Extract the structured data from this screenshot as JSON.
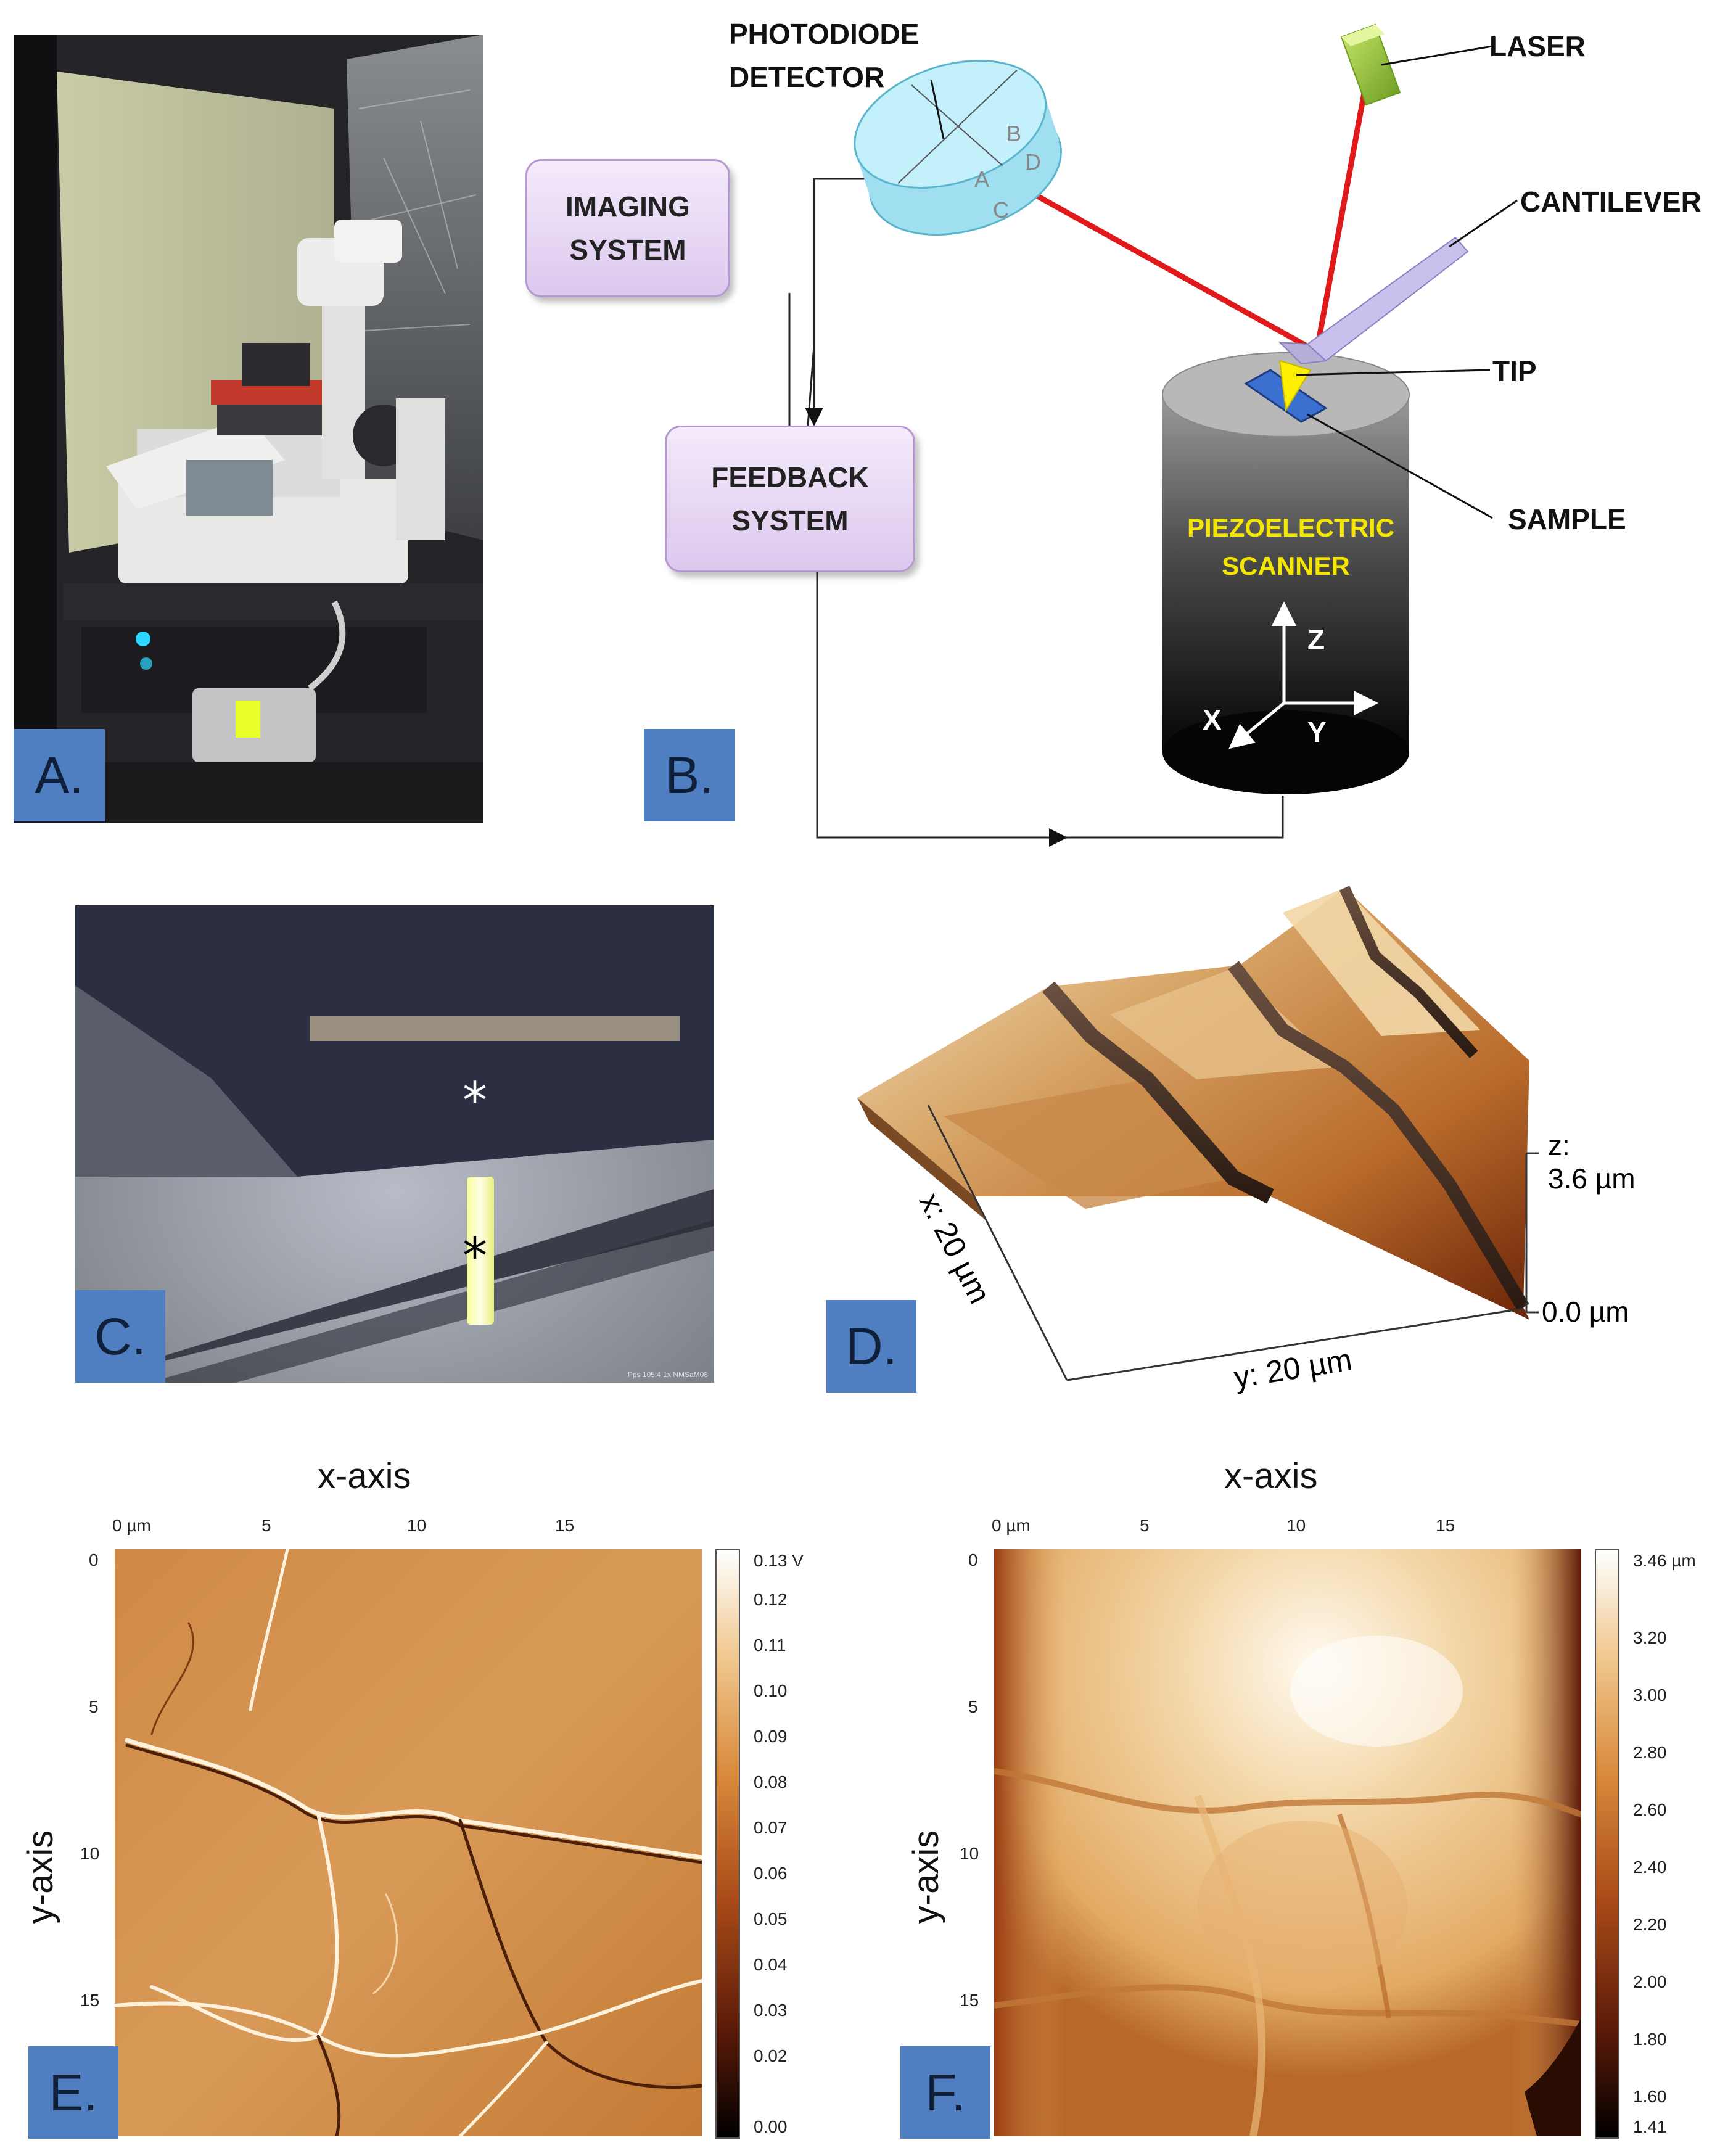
{
  "panels": {
    "A": {
      "label": "A."
    },
    "B": {
      "label": "B.",
      "imaging_system": "IMAGING\nSYSTEM",
      "feedback_system": "FEEDBACK\nSYSTEM",
      "photodiode": "PHOTODIODE\nDETECTOR",
      "laser": "LASER",
      "cantilever": "CANTILEVER",
      "tip": "TIP",
      "sample": "SAMPLE",
      "scanner": "PIEZOELECTRIC\nSCANNER",
      "quadrants": [
        "A",
        "B",
        "C",
        "D"
      ],
      "axes": {
        "z": "Z",
        "x": "X",
        "y": "Y"
      }
    },
    "C": {
      "label": "C.",
      "marker_top": "*",
      "marker_bottom": "*",
      "caption": "Pps 105.4 1x NMSaM08"
    },
    "D": {
      "label": "D.",
      "x_axis": "x: 20 µm",
      "y_axis": "y: 20 µm",
      "z_axis": "z:\n3.6 µm",
      "z_min": "0.0 µm"
    },
    "E": {
      "label": "E.",
      "x_title": "x-axis",
      "y_title": "y-axis",
      "x_ticks": [
        "0 µm",
        "5",
        "10",
        "15"
      ],
      "y_ticks": [
        "0",
        "5",
        "10",
        "15"
      ],
      "colorbar_ticks": [
        "0.13 V",
        "0.12",
        "0.11",
        "0.10",
        "0.09",
        "0.08",
        "0.07",
        "0.06",
        "0.05",
        "0.04",
        "0.03",
        "0.02",
        "0.00"
      ],
      "colorbar_range": [
        0.0,
        0.13
      ],
      "colormap": [
        "#000000",
        "#5a1a08",
        "#a84a18",
        "#d98a3c",
        "#f0c890",
        "#ffffff"
      ]
    },
    "F": {
      "label": "F.",
      "x_title": "x-axis",
      "y_title": "y-axis",
      "x_ticks": [
        "0 µm",
        "5",
        "10",
        "15"
      ],
      "y_ticks": [
        "0",
        "5",
        "10",
        "15"
      ],
      "colorbar_ticks": [
        "3.46 µm",
        "3.20",
        "3.00",
        "2.80",
        "2.60",
        "2.40",
        "2.20",
        "2.00",
        "1.80",
        "1.60",
        "1.41"
      ],
      "colorbar_range": [
        1.41,
        3.46
      ],
      "colormap": [
        "#000000",
        "#5a1a08",
        "#a84a18",
        "#d98a3c",
        "#f0c890",
        "#ffffff"
      ]
    }
  },
  "colors": {
    "label_bg": "#4f7fc0",
    "laser_beam": "#e01a1a",
    "box_fill": "#e4d3f3",
    "tip": "#ffef00",
    "sample": "#3b6fd0",
    "scanner_label": "#f5e600"
  }
}
